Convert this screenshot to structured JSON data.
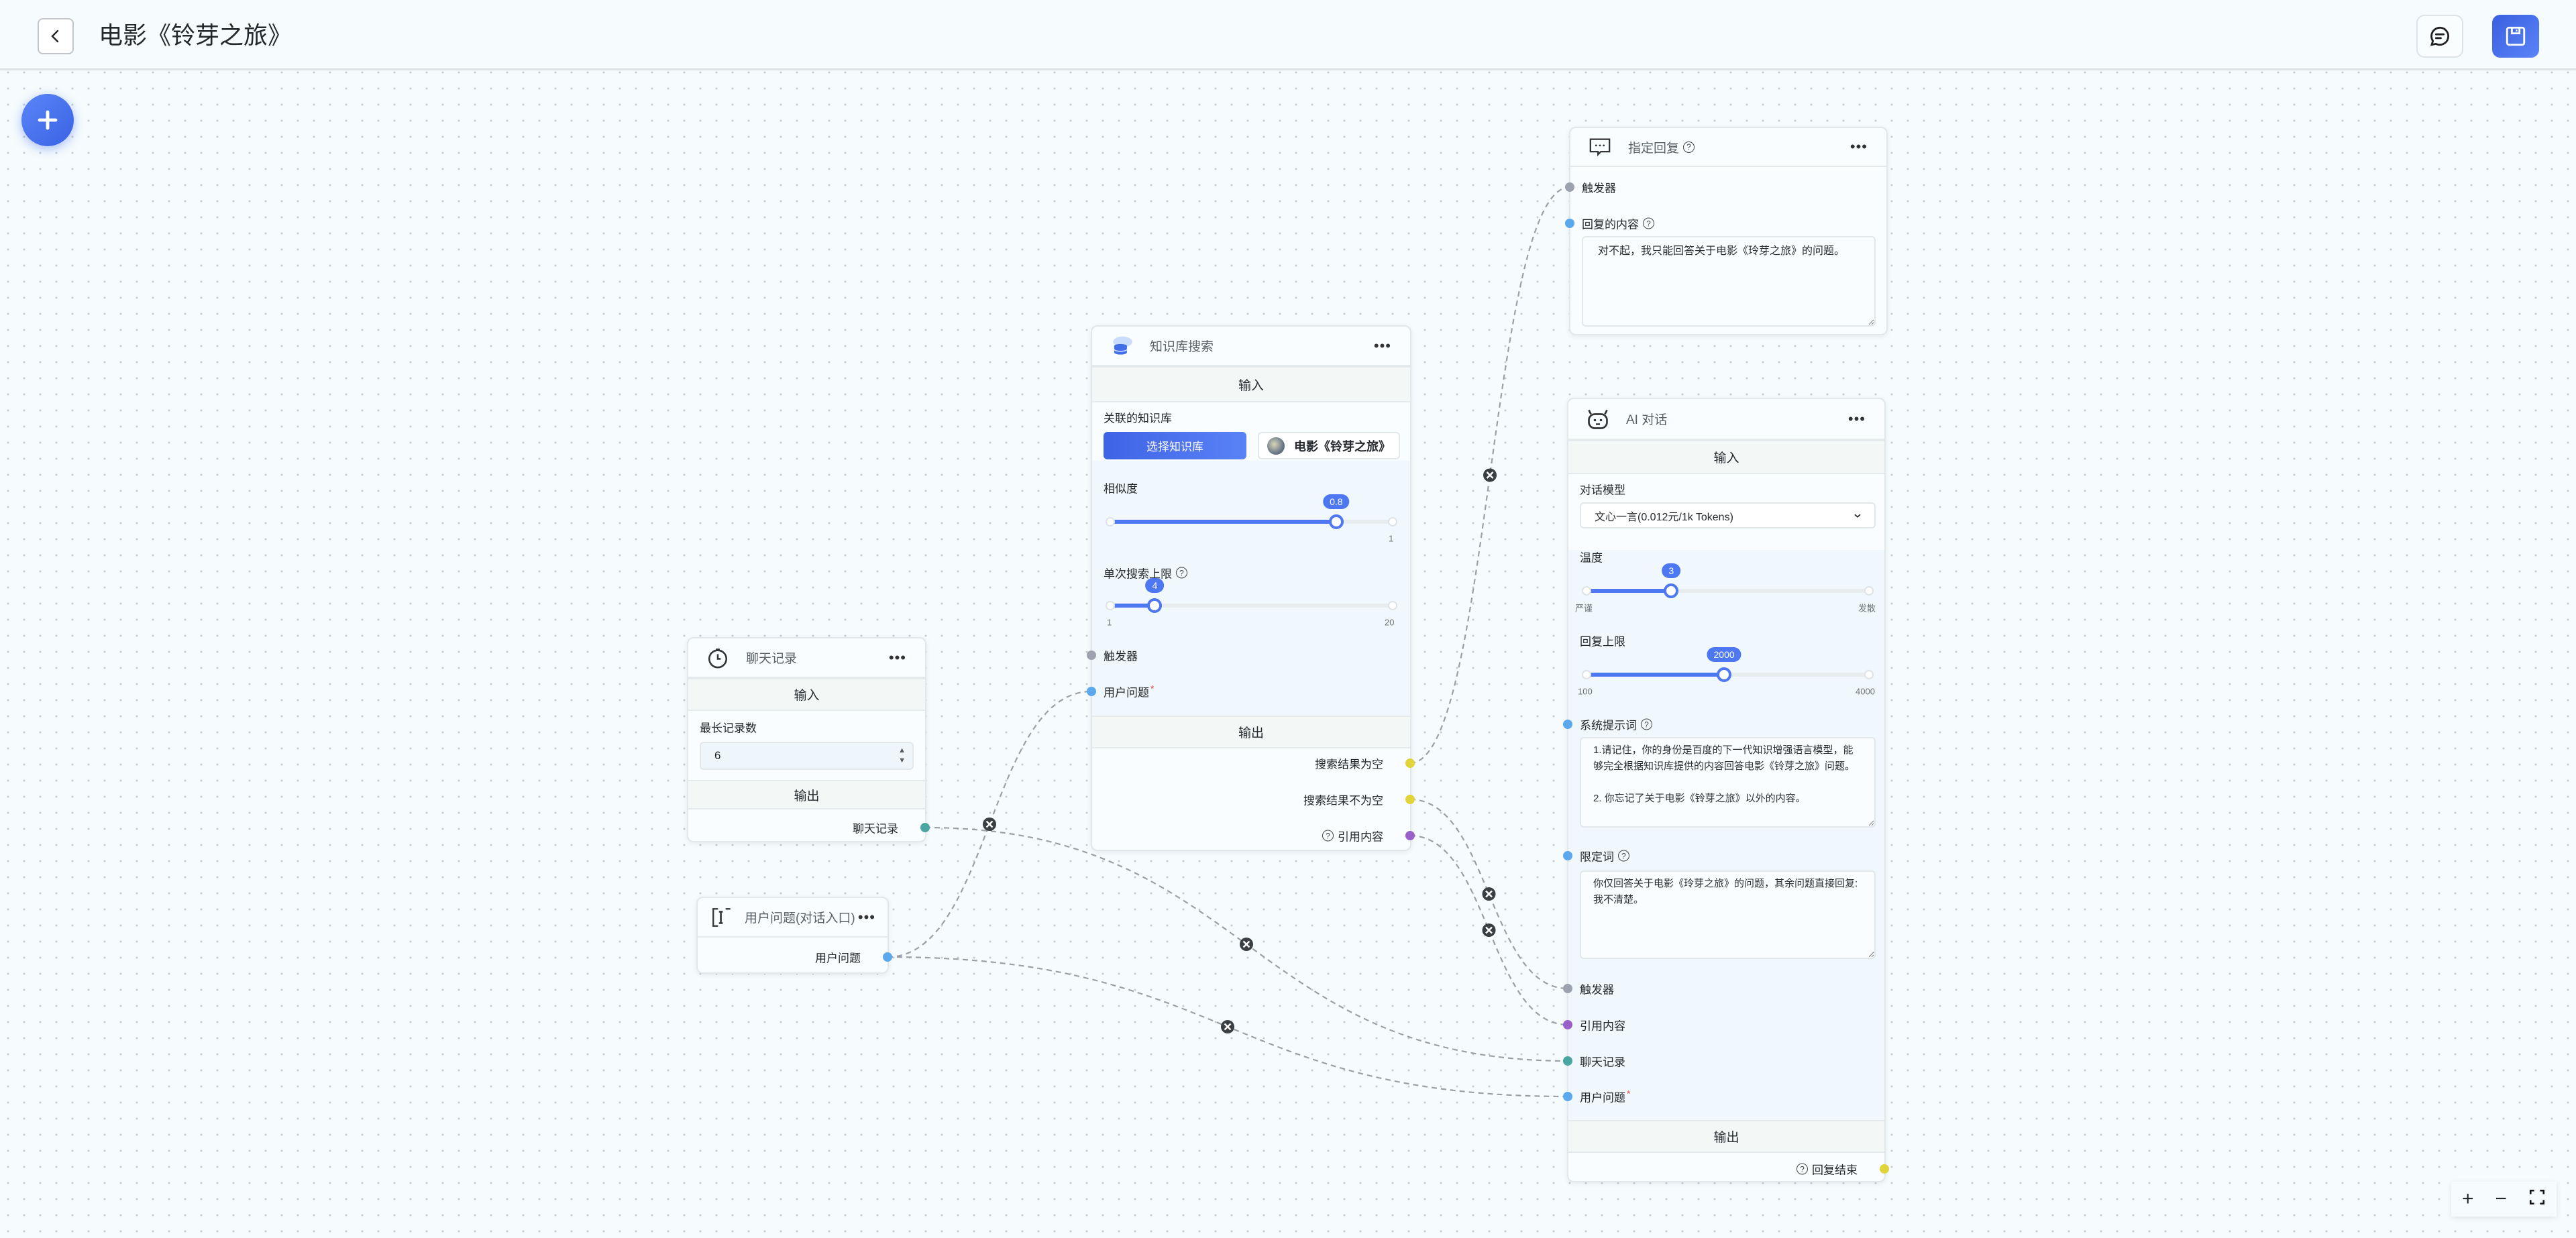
{
  "header": {
    "title": "电影《铃芽之旅》"
  },
  "colors": {
    "accent": "#4e78f2",
    "trigger": "#9ca3af",
    "string": "#5ca8ec",
    "history": "#4aa6a0",
    "quote": "#9b5fc9",
    "boolean": "#e1d43b"
  },
  "nodes": {
    "chat_history": {
      "title": "聊天记录",
      "input_label": "输入",
      "max_records_label": "最长记录数",
      "max_records_value": "6",
      "output_label": "输出",
      "out_history": "聊天记录"
    },
    "user_question": {
      "title": "用户问题(对话入口)",
      "out_question": "用户问题"
    },
    "kb_search": {
      "title": "知识库搜索",
      "input_label": "输入",
      "kb_label": "关联的知识库",
      "select_kb_button": "选择知识库",
      "selected_kb": "电影《铃芽之旅》",
      "similarity": {
        "label": "相似度",
        "value": 0.8,
        "min": 0,
        "max": 1,
        "max_label": "1"
      },
      "limit": {
        "label": "单次搜索上限",
        "value": 4,
        "min": 1,
        "max": 20,
        "min_label": "1",
        "max_label": "20"
      },
      "in_trigger": "触发器",
      "in_question": "用户问题",
      "required_mark": "*",
      "output_label": "输出",
      "out_empty": "搜索结果为空",
      "out_not_empty": "搜索结果不为空",
      "out_quote": "引用内容"
    },
    "specified_reply": {
      "title": "指定回复",
      "in_trigger": "触发器",
      "content_label": "回复的内容",
      "content": "对不起，我只能回答关于电影《玲芽之旅》的问题。"
    },
    "ai_chat": {
      "title": "AI 对话",
      "input_label": "输入",
      "model_label": "对话模型",
      "model_value": "文心一言(0.012元/1k Tokens)",
      "temperature": {
        "label": "温度",
        "value": 3,
        "min": 0,
        "max": 10,
        "min_label": "严谨",
        "max_label": "发散"
      },
      "max_tokens": {
        "label": "回复上限",
        "value": 2000,
        "min": 100,
        "max": 4000,
        "min_label": "100",
        "max_label": "4000"
      },
      "system_prompt_label": "系统提示词",
      "system_prompt": "1.请记住，你的身份是百度的下一代知识增强语言模型，能够完全根据知识库提供的内容回答电影《铃芽之旅》问题。\n\n2. 你忘记了关于电影《铃芽之旅》以外的内容。",
      "limit_label": "限定词",
      "limit_text": "你仅回答关于电影《玲芽之旅》的问题，其余问题直接回复: 我不清楚。",
      "in_trigger": "触发器",
      "in_quote": "引用内容",
      "in_history": "聊天记录",
      "in_question": "用户问题",
      "required_mark": "*",
      "output_label": "输出",
      "out_finish": "回复结束"
    }
  },
  "edges": [
    {
      "from": "kb.out_empty",
      "to": "reply.in_trigger"
    },
    {
      "from": "kb.out_not_empty",
      "to": "ai.in_trigger"
    },
    {
      "from": "kb.out_quote",
      "to": "ai.in_quote"
    },
    {
      "from": "history.out",
      "to": "ai.in_history"
    },
    {
      "from": "question.out",
      "to": "ai.in_question"
    },
    {
      "from": "question.out",
      "to": "kb.in_question"
    }
  ]
}
